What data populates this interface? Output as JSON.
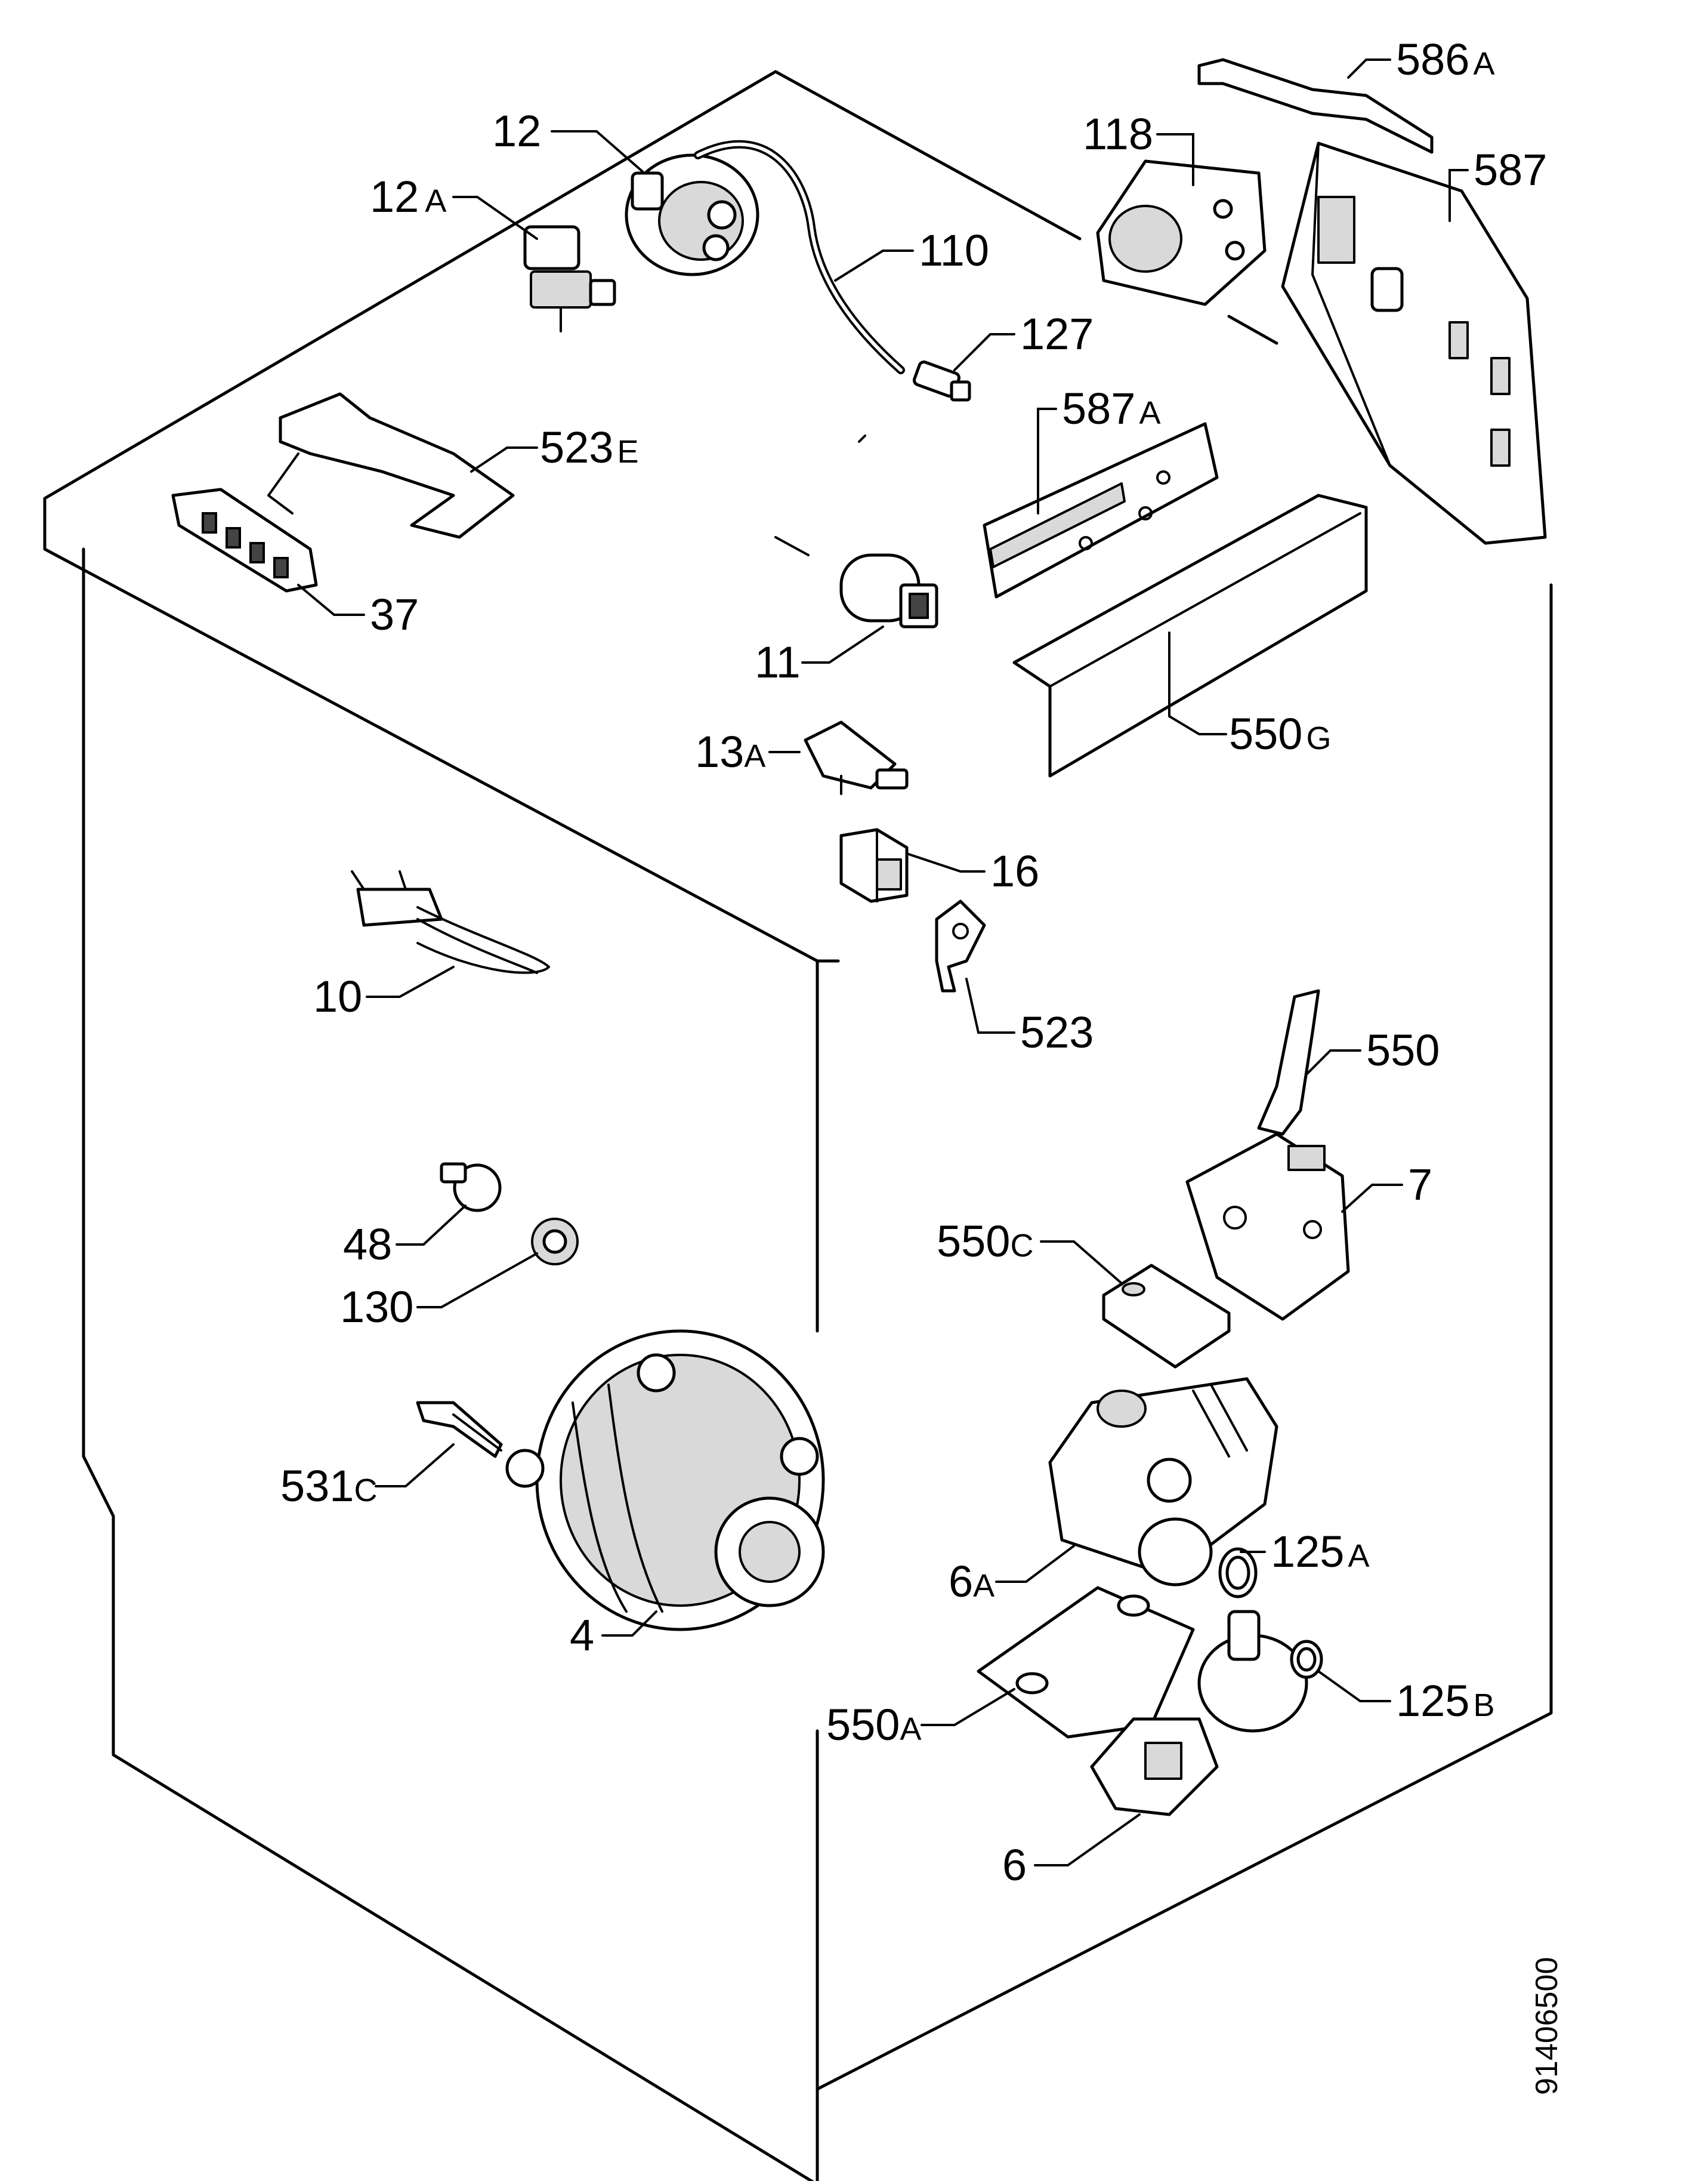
{
  "document_number": "91406500",
  "parts": [
    {
      "id": "p12",
      "num": "12",
      "suffix": ""
    },
    {
      "id": "p12a",
      "num": "12",
      "suffix": "A"
    },
    {
      "id": "p110",
      "num": "110",
      "suffix": ""
    },
    {
      "id": "p127",
      "num": "127",
      "suffix": ""
    },
    {
      "id": "p118",
      "num": "118",
      "suffix": ""
    },
    {
      "id": "p586a",
      "num": "586",
      "suffix": "A"
    },
    {
      "id": "p587",
      "num": "587",
      "suffix": ""
    },
    {
      "id": "p587a",
      "num": "587",
      "suffix": "A"
    },
    {
      "id": "p523e",
      "num": "523",
      "suffix": "E"
    },
    {
      "id": "p37",
      "num": "37",
      "suffix": ""
    },
    {
      "id": "p11",
      "num": "11",
      "suffix": ""
    },
    {
      "id": "p550g",
      "num": "550",
      "suffix": "G"
    },
    {
      "id": "p13a",
      "num": "13",
      "suffix": "A"
    },
    {
      "id": "p16",
      "num": "16",
      "suffix": ""
    },
    {
      "id": "p523",
      "num": "523",
      "suffix": ""
    },
    {
      "id": "p10",
      "num": "10",
      "suffix": ""
    },
    {
      "id": "p550",
      "num": "550",
      "suffix": ""
    },
    {
      "id": "p7",
      "num": "7",
      "suffix": ""
    },
    {
      "id": "p550c",
      "num": "550",
      "suffix": "C"
    },
    {
      "id": "p48",
      "num": "48",
      "suffix": ""
    },
    {
      "id": "p130",
      "num": "130",
      "suffix": ""
    },
    {
      "id": "p531c",
      "num": "531",
      "suffix": "C"
    },
    {
      "id": "p4",
      "num": "4",
      "suffix": ""
    },
    {
      "id": "p125a",
      "num": "125",
      "suffix": "A"
    },
    {
      "id": "p6a",
      "num": "6",
      "suffix": "A"
    },
    {
      "id": "p125b",
      "num": "125",
      "suffix": "B"
    },
    {
      "id": "p550a",
      "num": "550",
      "suffix": "A"
    },
    {
      "id": "p6",
      "num": "6",
      "suffix": ""
    }
  ]
}
